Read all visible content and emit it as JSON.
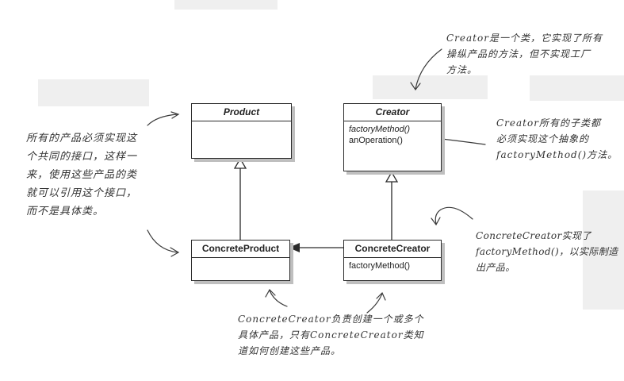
{
  "classes": {
    "product": {
      "name": "Product"
    },
    "creator": {
      "name": "Creator",
      "methods": [
        "factoryMethod()",
        "anOperation()"
      ]
    },
    "concrete_product": {
      "name": "ConcreteProduct"
    },
    "concrete_creator": {
      "name": "ConcreteCreator",
      "methods": [
        "factoryMethod()"
      ]
    }
  },
  "annotations": {
    "creator_note": [
      "Creator是一个类，它实现了所有",
      "操纵产品的方法，但不实现工厂",
      "方法。"
    ],
    "product_note": [
      "所有的产品必须实现这",
      "个共同的接口，这样一",
      "来，使用这些产品的类",
      "就可以引用这个接口，",
      "而不是具体类。"
    ],
    "subclass_note": [
      "Creator所有的子类都",
      "必须实现这个抽象的",
      "factoryMethod()方法。"
    ],
    "concrete_creator_note": [
      "ConcreteCreator实现了",
      "factoryMethod()，以实际制造",
      "出产品。"
    ],
    "bottom_note": [
      "ConcreteCreator负责创建一个或多个",
      "具体产品，只有ConcreteCreator类知",
      "道如何创建这些产品。"
    ]
  }
}
